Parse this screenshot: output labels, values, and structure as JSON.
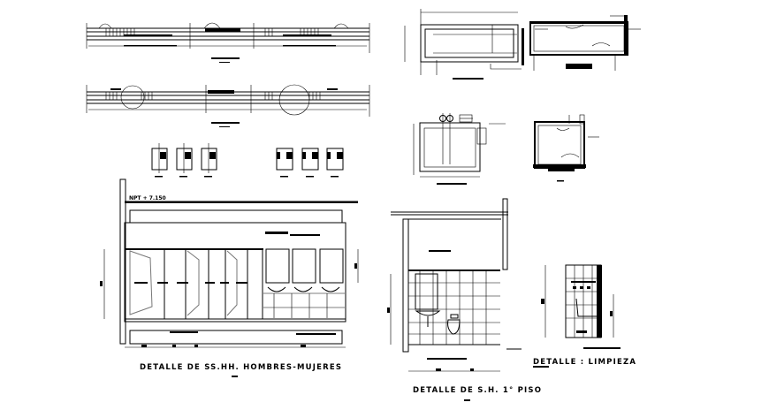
{
  "sheet": {
    "background": "#ffffff",
    "line_color": "#000000"
  },
  "labels": {
    "level_mark": "NPT + 7.150",
    "title_hombres_mujeres": "DETALLE DE SS.HH. HOMBRES-MUJERES",
    "title_sh_piso": "DETALLE DE S.H. 1° PISO",
    "title_limpieza": "DETALLE : LIMPIEZA"
  },
  "views": [
    {
      "id": "plan-elevation-1",
      "kind": "long-section"
    },
    {
      "id": "plan-elevation-2",
      "kind": "long-section"
    },
    {
      "id": "tank-plan",
      "kind": "plan"
    },
    {
      "id": "tank-section",
      "kind": "section"
    },
    {
      "id": "box-plan",
      "kind": "plan"
    },
    {
      "id": "box-section",
      "kind": "section"
    },
    {
      "id": "small-details-left",
      "count": 3
    },
    {
      "id": "small-details-right",
      "count": 3
    },
    {
      "id": "detail-hombres-mujeres",
      "stalls": 3,
      "urinals": 3
    },
    {
      "id": "detail-sh-piso"
    },
    {
      "id": "detail-limpieza"
    }
  ]
}
